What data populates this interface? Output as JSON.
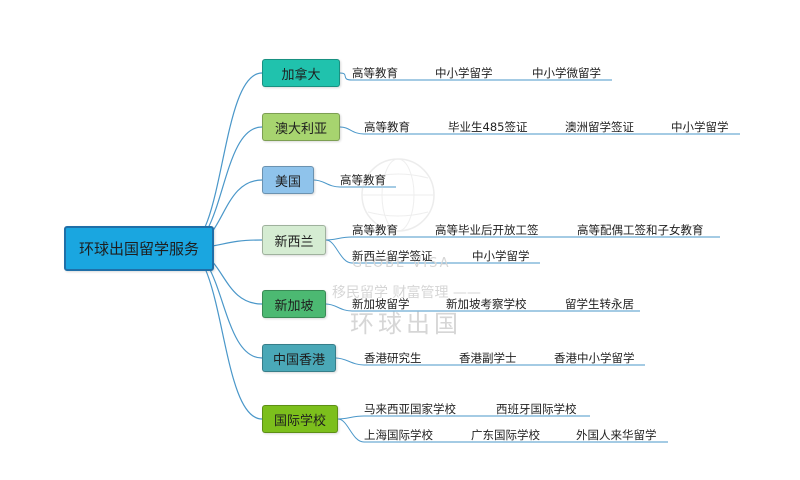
{
  "root": {
    "label": "环球出国留学服务",
    "color": "#1aa6e0"
  },
  "categories": [
    {
      "label": "加拿大",
      "color": "#20c2ad",
      "leaves_row1": [
        "高等教育",
        "中小学留学",
        "中小学微留学"
      ],
      "leaves_row2": []
    },
    {
      "label": "澳大利亚",
      "color": "#a7d46f",
      "leaves_row1": [
        "高等教育",
        "毕业生485签证",
        "澳洲留学签证",
        "中小学留学"
      ],
      "leaves_row2": []
    },
    {
      "label": "美国",
      "color": "#8fc3eb",
      "leaves_row1": [
        "高等教育"
      ],
      "leaves_row2": []
    },
    {
      "label": "新西兰",
      "color": "#d5ecd2",
      "leaves_row1": [
        "高等教育",
        "高等毕业后开放工签",
        "高等配偶工签和子女教育"
      ],
      "leaves_row2": [
        "新西兰留学签证",
        "中小学留学"
      ]
    },
    {
      "label": "新加坡",
      "color": "#4cb972",
      "leaves_row1": [
        "新加坡留学",
        "新加坡考察学校",
        "留学生转永居"
      ],
      "leaves_row2": []
    },
    {
      "label": "中国香港",
      "color": "#4aa8b7",
      "leaves_row1": [
        "香港研究生",
        "香港副学士",
        "香港中小学留学"
      ],
      "leaves_row2": []
    },
    {
      "label": "国际学校",
      "color": "#7cbf1c",
      "leaves_row1": [
        "马来西亚国家学校",
        "西班牙国际学校"
      ],
      "leaves_row2": [
        "上海国际学校",
        "广东国际学校",
        "外国人来华留学"
      ]
    }
  ],
  "watermark": {
    "logo_text": "GLOBE VISA",
    "slogan": "移民留学 财富管理 ——",
    "brand": "环球出国",
    "globe_icon": "globe-icon"
  },
  "colors": {
    "connector": "#4a97c9",
    "underline": "#4a97c9"
  }
}
